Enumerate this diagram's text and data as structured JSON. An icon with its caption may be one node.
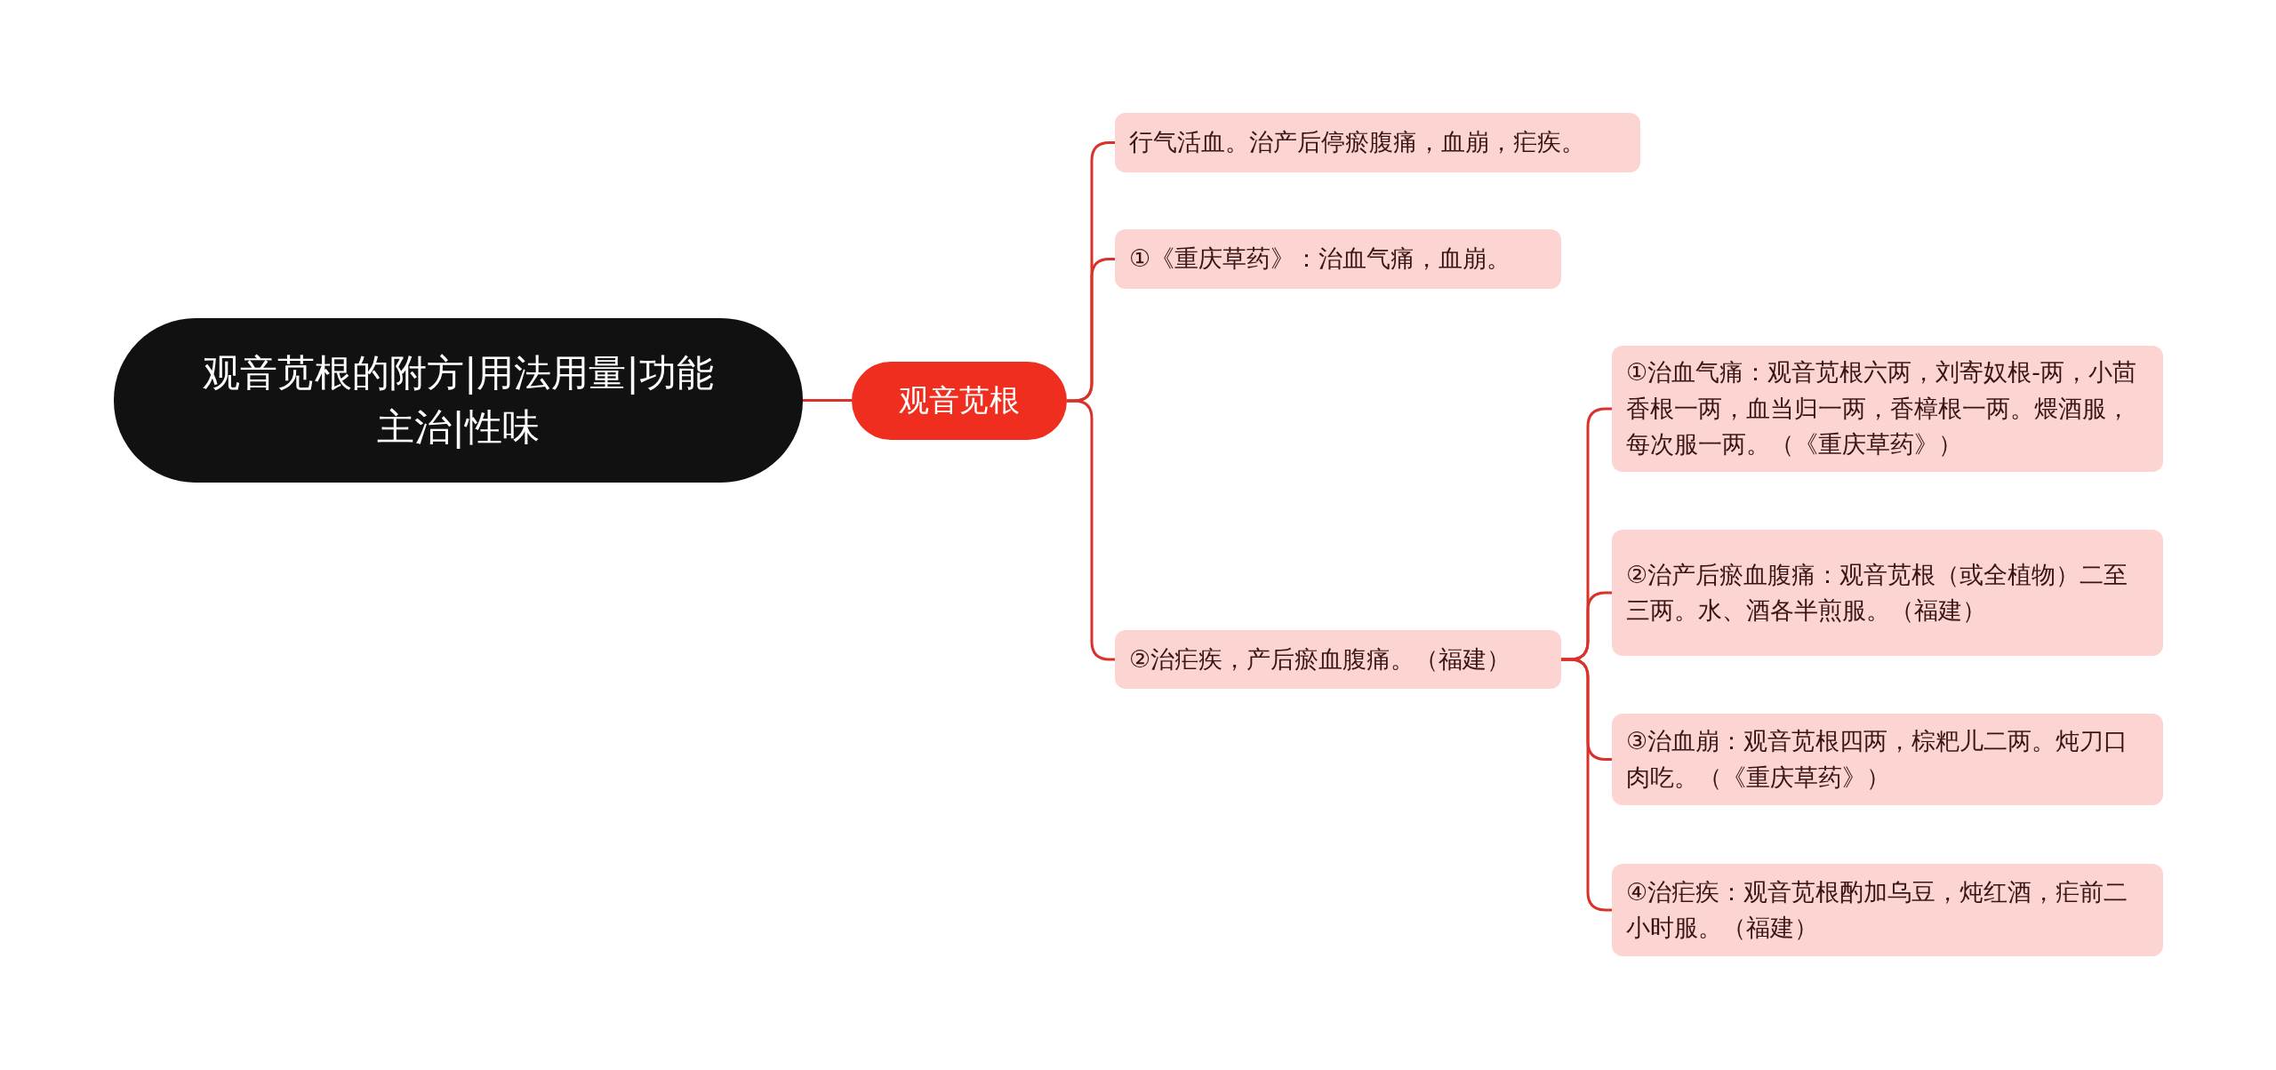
{
  "diagram": {
    "nodes": [
      {
        "text": [
          "观音苋根的附方|用法用量|功能主治|性味"
        ]
      },
      {
        "text": [
          "观音苋根"
        ]
      },
      {
        "text": [
          "行气活血。治产后停瘀腹痛，血崩，疟疾。"
        ]
      },
      {
        "text": [
          "①《重庆草药》：治血气痛，血崩。"
        ]
      },
      {
        "text": [
          "②治疟疾，产后瘀血腹痛。（福建）"
        ]
      },
      {
        "text": [
          "①治血气痛：观音苋根六两，刘寄奴根-两，小茴香根一两，血当归一两，香樟根一两。煨酒服，每次服一两。（《重庆草药》）"
        ]
      },
      {
        "text": [
          "②治产后瘀血腹痛：观音苋根（或全植物）二至三两。水、酒各半煎服。（福建）"
        ]
      },
      {
        "text": [
          "③治血崩：观音苋根四两，棕粑儿二两。炖刀口肉吃。（《重庆草药》）"
        ]
      },
      {
        "text": [
          "④治疟疾：观音苋根酌加乌豆，炖红酒，疟前二小时服。（福建）"
        ]
      }
    ],
    "edges": [
      {
        "from": 0,
        "to": 1,
        "arrow": "none"
      },
      {
        "from": 1,
        "to": 2,
        "arrow": "none"
      },
      {
        "from": 1,
        "to": 3,
        "arrow": "none"
      },
      {
        "from": 1,
        "to": 4,
        "arrow": "none"
      },
      {
        "from": 4,
        "to": 5,
        "arrow": "none"
      },
      {
        "from": 4,
        "to": 6,
        "arrow": "none"
      },
      {
        "from": 4,
        "to": 7,
        "arrow": "none"
      },
      {
        "from": 4,
        "to": 8,
        "arrow": "none"
      }
    ]
  }
}
